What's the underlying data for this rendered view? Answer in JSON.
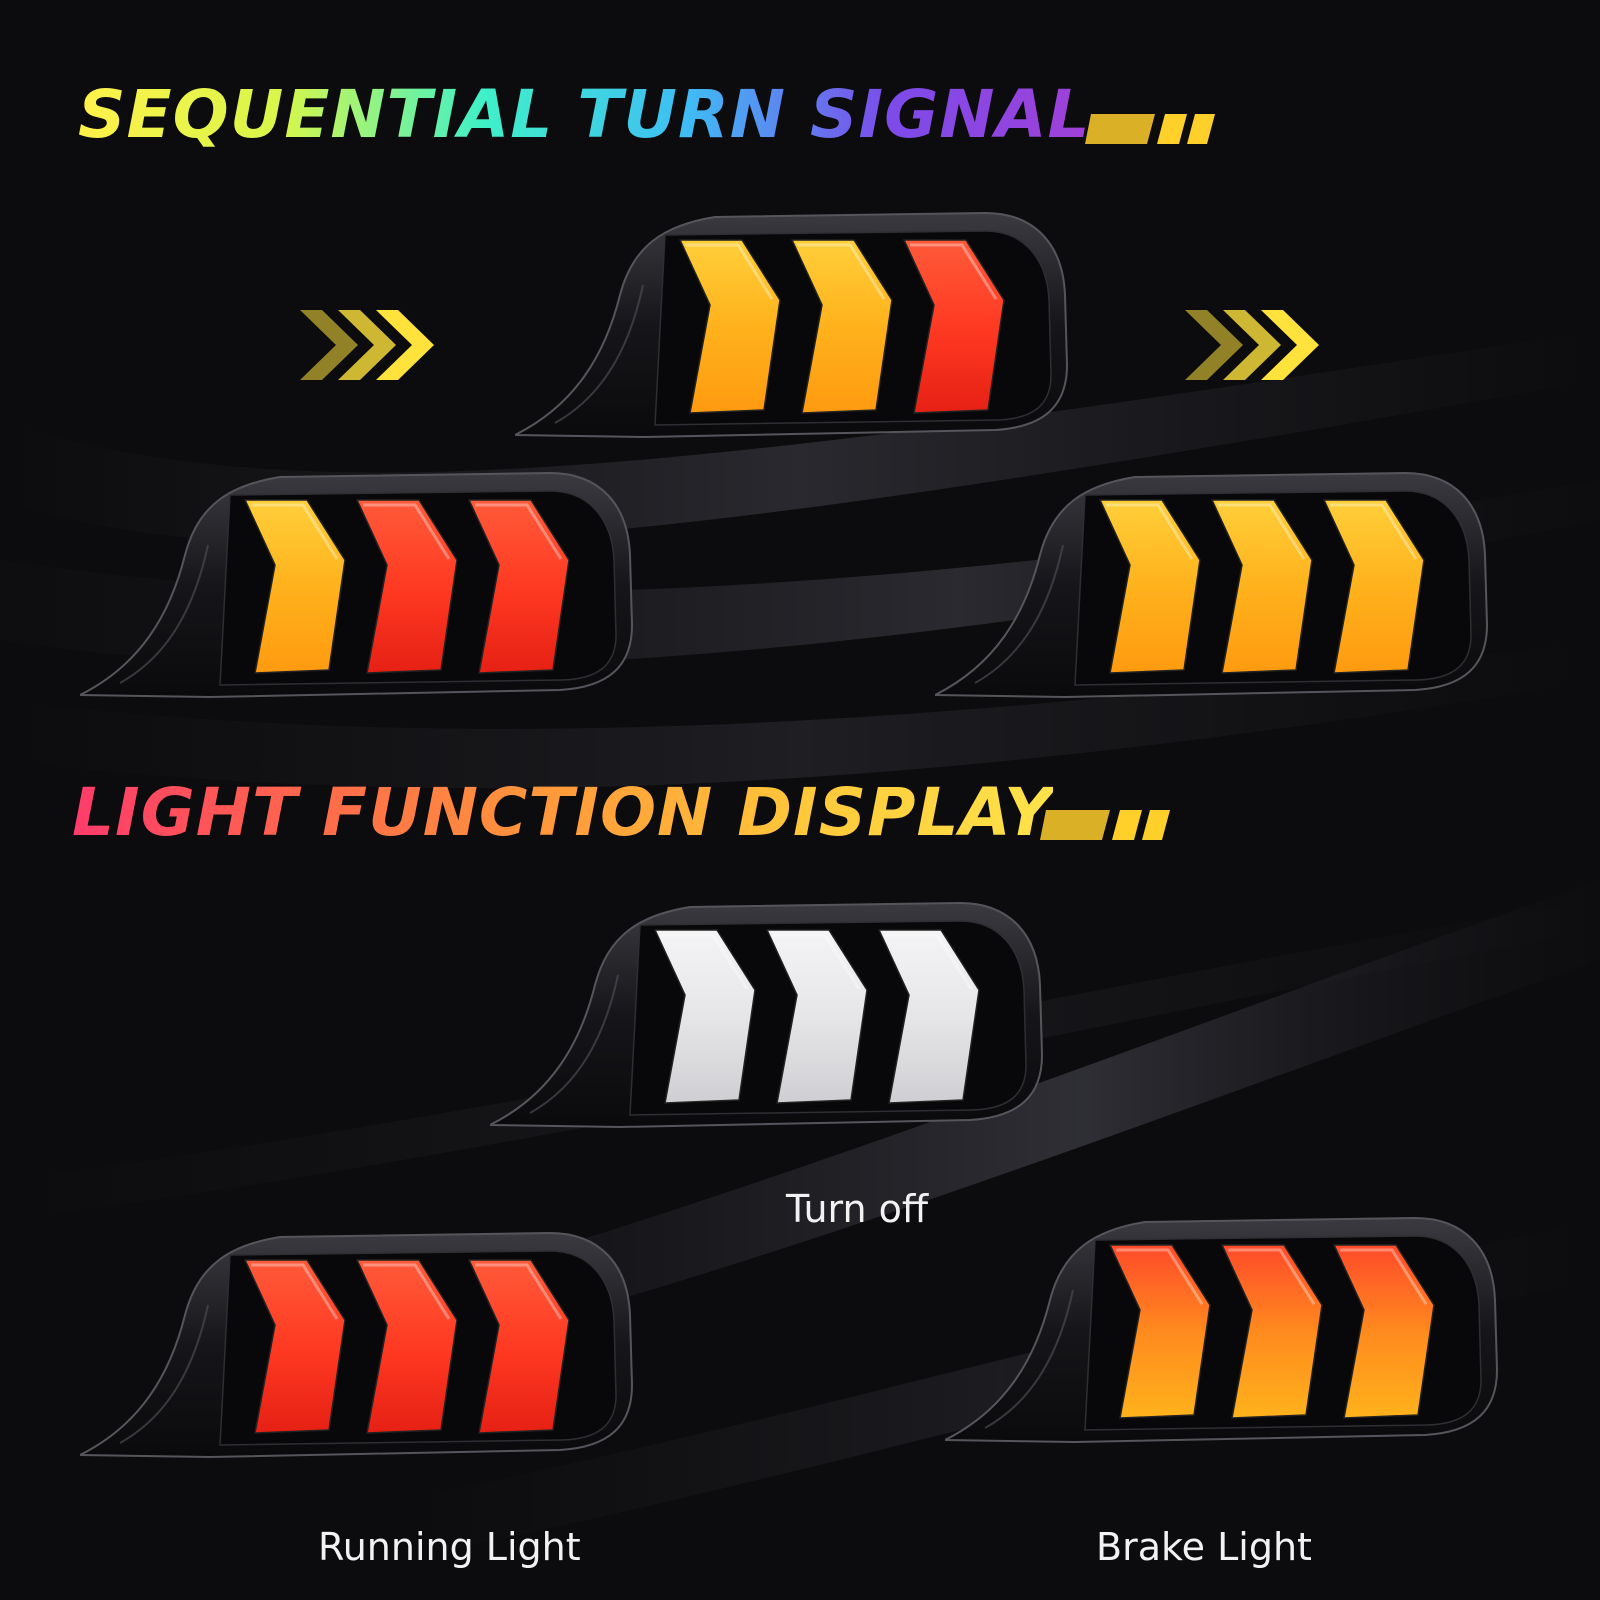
{
  "headings": {
    "sequential": "SEQUENTIAL TURN SIGNAL",
    "function": "LIGHT FUNCTION DISPLAY"
  },
  "heading_gradients": {
    "sequential": [
      "#fff14a",
      "#d8f64a",
      "#3ff0c8",
      "#3fbdf5",
      "#7c4bea",
      "#a040d8"
    ],
    "function": [
      "#ff3b6b",
      "#ff6a4a",
      "#ff9b3a",
      "#ffc83a",
      "#ffe34a"
    ]
  },
  "captions": {
    "turn_off": "Turn off",
    "running": "Running Light",
    "brake": "Brake Light"
  },
  "colors": {
    "amber": "#ffb21c",
    "red": "#ff3a22",
    "off": "#e6e6e8",
    "housing": "#16161a",
    "arrow_yellow": "#ffe23c",
    "speed_mark": "#ffcf2a"
  },
  "lamps": [
    {
      "id": "seq-middle",
      "segments": [
        "amber",
        "amber",
        "red"
      ]
    },
    {
      "id": "seq-left",
      "segments": [
        "amber",
        "red",
        "red"
      ]
    },
    {
      "id": "seq-right",
      "segments": [
        "amber",
        "amber",
        "amber"
      ]
    },
    {
      "id": "turn-off",
      "segments": [
        "off",
        "off",
        "off"
      ]
    },
    {
      "id": "running-light",
      "segments": [
        "red",
        "red",
        "red"
      ]
    },
    {
      "id": "brake-light",
      "segments": [
        "red-amber",
        "red-amber",
        "red-amber"
      ]
    }
  ],
  "icons": {
    "direction_arrows": "triple-chevron-right-icon",
    "speed_marks": "speed-lines-icon"
  }
}
